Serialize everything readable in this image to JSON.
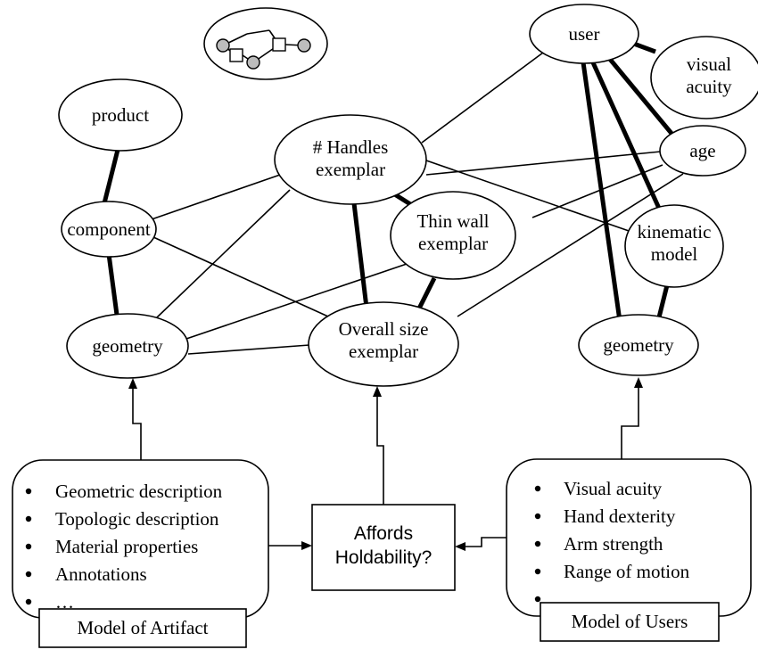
{
  "nodes": {
    "product": "product",
    "component": "component",
    "geometry_left": "geometry",
    "handles_line1": "# Handles",
    "handles_line2": "exemplar",
    "thinwall_line1": "Thin wall",
    "thinwall_line2": "exemplar",
    "overall_line1": "Overall size",
    "overall_line2": "exemplar",
    "user": "user",
    "acuity_line1": "visual",
    "acuity_line2": "acuity",
    "age": "age",
    "kinematic_line1": "kinematic",
    "kinematic_line2": "model",
    "geometry_right": "geometry"
  },
  "center_box": {
    "line1": "Affords",
    "line2": "Holdability?"
  },
  "artifact_model": {
    "bullets": [
      "Geometric description",
      "Topologic description",
      "Material properties",
      "Annotations",
      "…"
    ],
    "caption": "Model of Artifact"
  },
  "users_model": {
    "bullets": [
      "Visual acuity",
      "Hand dexterity",
      "Arm strength",
      "Range of motion",
      "…"
    ],
    "caption": "Model of Users"
  }
}
